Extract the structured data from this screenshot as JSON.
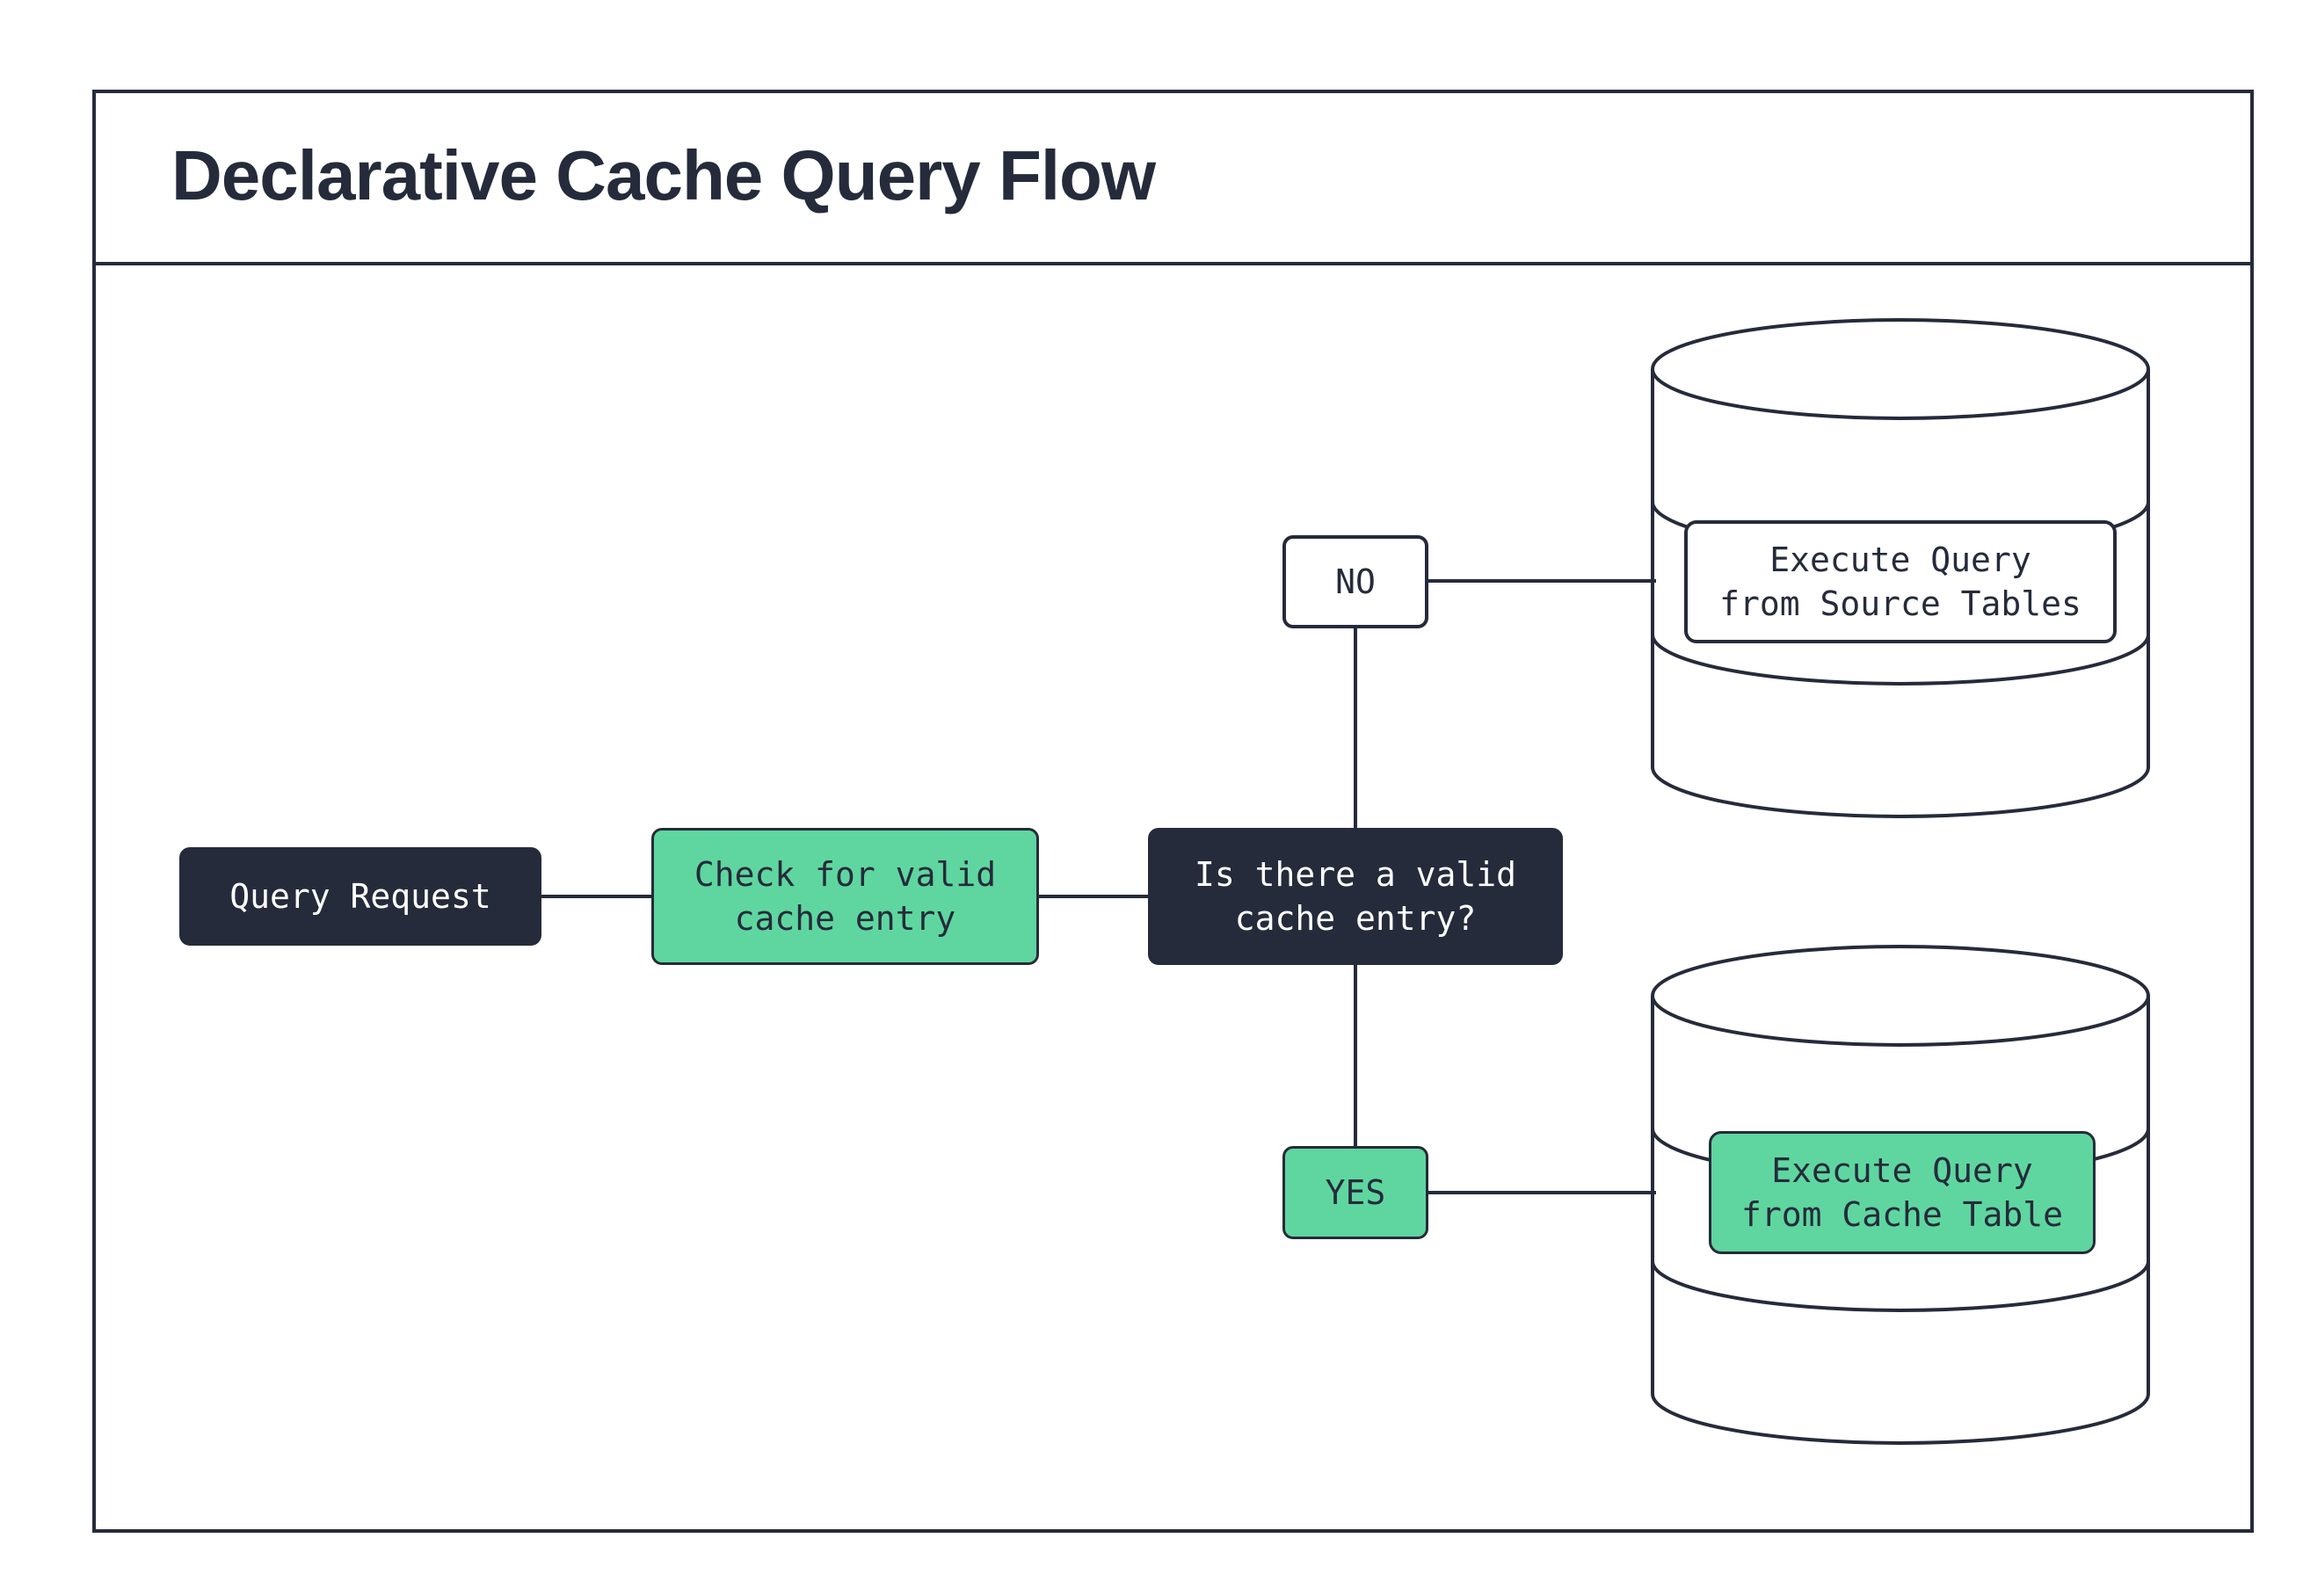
{
  "header": {
    "title": "Declarative Cache Query Flow"
  },
  "nodes": {
    "query_request": {
      "label": "Query Request"
    },
    "check_cache": {
      "label": "Check for valid\ncache entry"
    },
    "decision": {
      "label": "Is there a valid\ncache entry?"
    },
    "no_branch": {
      "label": "NO"
    },
    "yes_branch": {
      "label": "YES"
    },
    "source_db": {
      "label": "Execute Query\nfrom Source Tables"
    },
    "cache_db": {
      "label": "Execute Query\nfrom Cache Table"
    }
  },
  "colors": {
    "dark": "#252b3a",
    "green": "#5fd6a0",
    "background": "#ffffff"
  }
}
